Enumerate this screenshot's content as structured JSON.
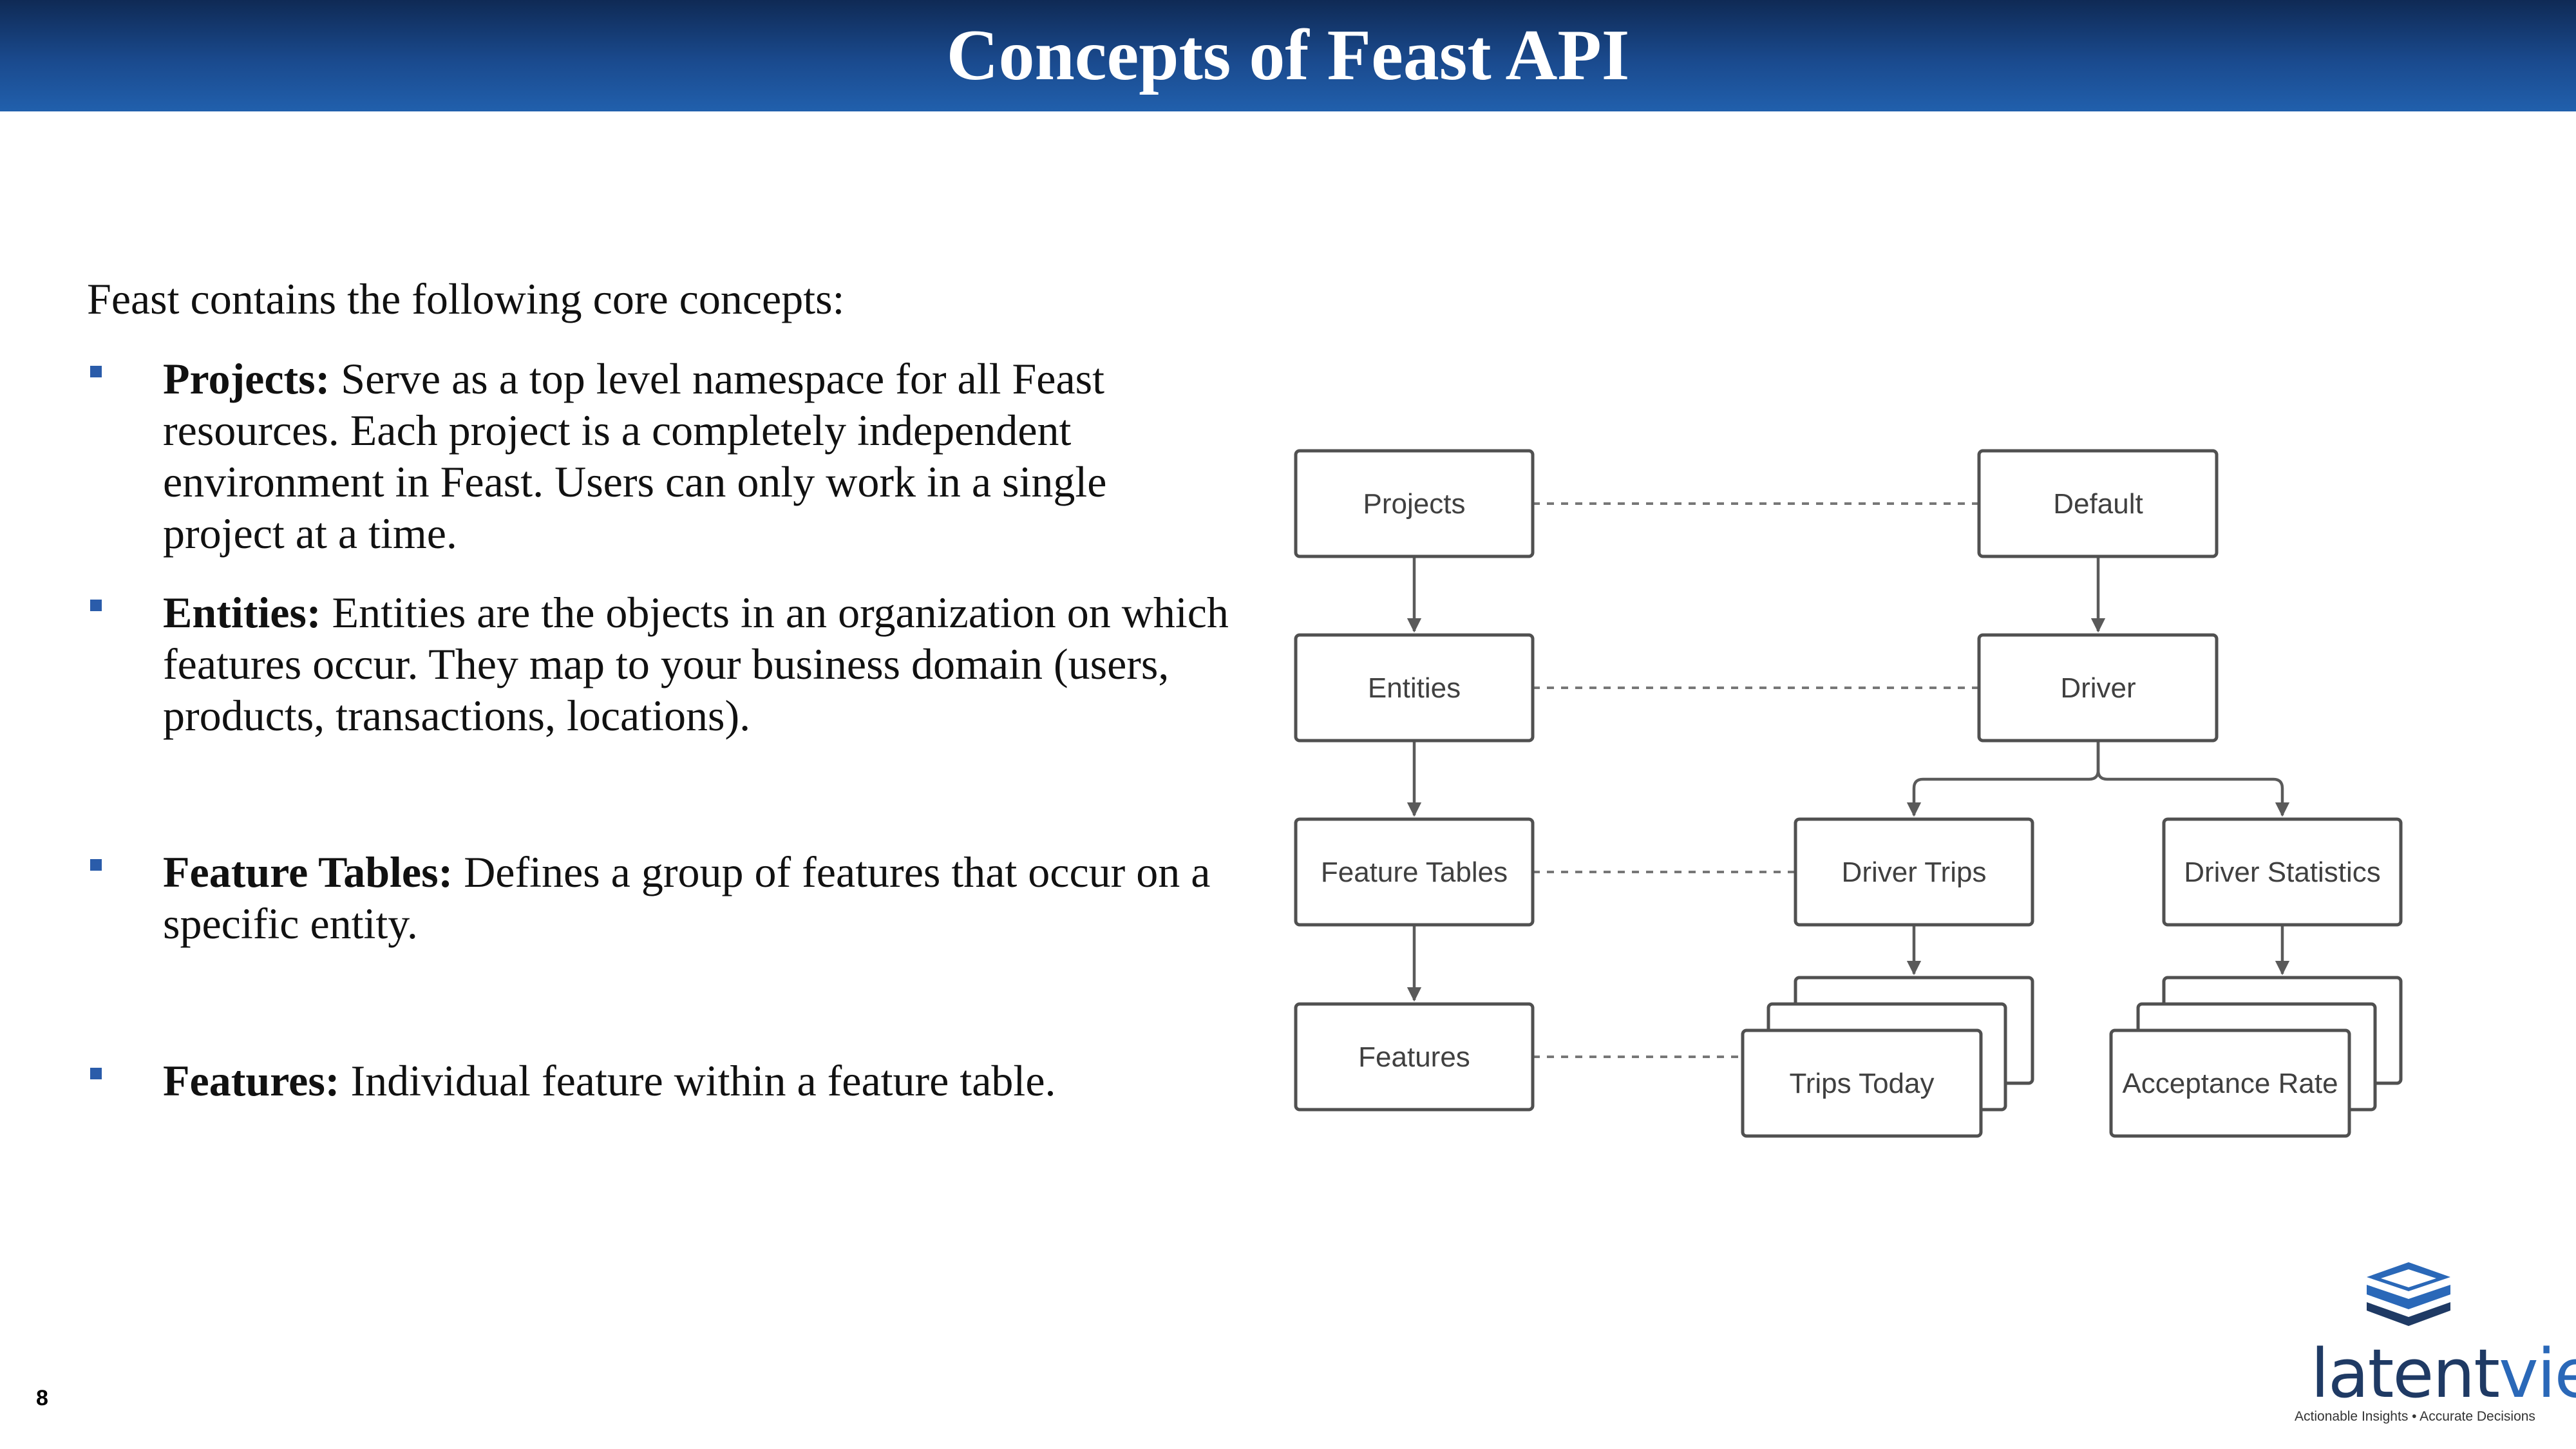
{
  "slide": {
    "title": "Concepts of Feast API",
    "page_number": "8"
  },
  "content": {
    "intro": "Feast contains the following core concepts:",
    "bullets": [
      {
        "term": "Projects:",
        "text": " Serve as a top level namespace for all Feast resources. Each project is a completely independent environment in Feast. Users can only work in a single project at a time."
      },
      {
        "term": "Entities:",
        "text": " Entities are the objects in an organization on which features occur. They map to your business domain (users, products, transactions, locations)."
      },
      {
        "term": "Feature Tables:",
        "text": " Defines a group of features that occur on a specific entity."
      },
      {
        "term": "Features:",
        "text": " Individual feature within a feature table."
      }
    ]
  },
  "diagram": {
    "nodes": {
      "projects": "Projects",
      "entities": "Entities",
      "feature_tables": "Feature Tables",
      "features": "Features",
      "default": "Default",
      "driver": "Driver",
      "driver_trips": "Driver Trips",
      "driver_statistics": "Driver Statistics",
      "trips_today": "Trips Today",
      "acceptance_rate": "Acceptance Rate"
    }
  },
  "logo": {
    "word_part1": "latent",
    "word_part2": "view",
    "tagline": "Actionable Insights • Accurate Decisions"
  },
  "colors": {
    "title_bar_top": "#0f2a55",
    "title_bar_bottom": "#2160ad",
    "bullet": "#2a5caa",
    "logo_dark": "#1f3a64",
    "logo_light": "#2a68b8"
  }
}
